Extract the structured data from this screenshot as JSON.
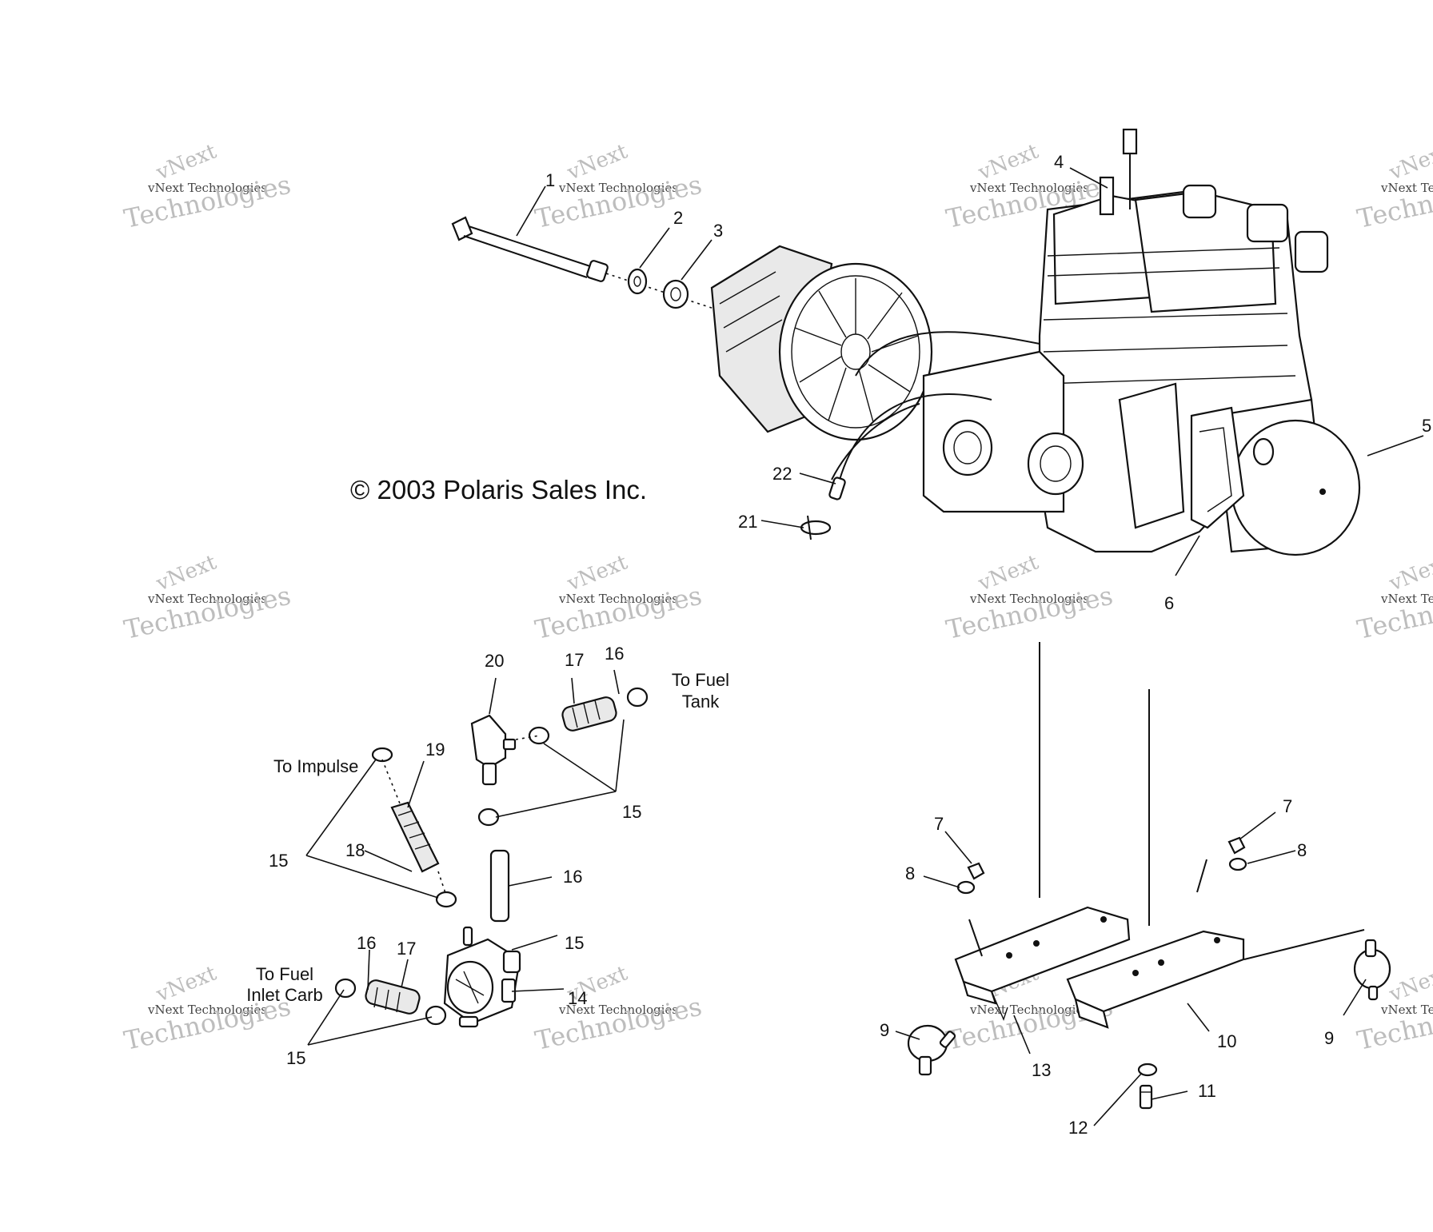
{
  "copyright": "© 2003 Polaris Sales Inc.",
  "watermark": {
    "line1": "vNext",
    "line2": "vNext Technologies",
    "line3": "Technologies"
  },
  "callouts": {
    "c1": "1",
    "c2": "2",
    "c3": "3",
    "c4": "4",
    "c5": "5",
    "c6": "6",
    "c7a": "7",
    "c7b": "7",
    "c8a": "8",
    "c8b": "8",
    "c9a": "9",
    "c9b": "9",
    "c10": "10",
    "c11": "11",
    "c12": "12",
    "c13": "13",
    "c14": "14",
    "c15a": "15",
    "c15b": "15",
    "c15c": "15",
    "c15d": "15",
    "c16a": "16",
    "c16b": "16",
    "c16c": "16",
    "c17a": "17",
    "c17b": "17",
    "c18": "18",
    "c19": "19",
    "c20": "20",
    "c21": "21",
    "c22": "22"
  },
  "notes": {
    "to_fuel_tank_1": "To Fuel",
    "to_fuel_tank_2": "Tank",
    "to_impulse": "To Impulse",
    "to_fuel_inlet_1": "To Fuel",
    "to_fuel_inlet_2": "Inlet Carb"
  }
}
